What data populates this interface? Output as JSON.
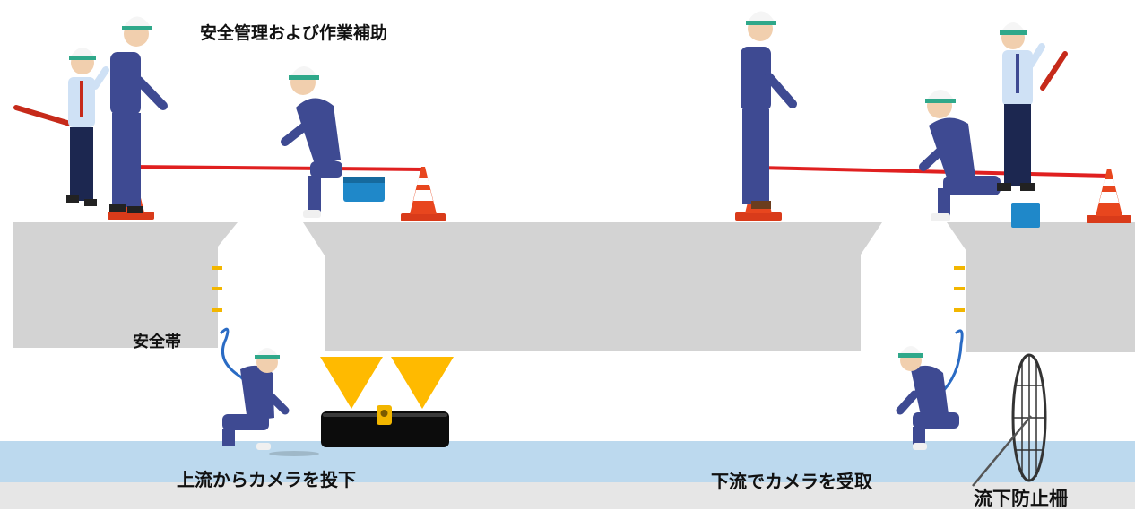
{
  "labels": {
    "safety_management": "安全管理および作業補助",
    "safety_belt": "安全帯",
    "drop_from_upstream": "上流からカメラを投下",
    "receive_downstream": "下流でカメラを受取",
    "outflow_fence": "流下防止柵"
  },
  "colors": {
    "slab": "#d3d3d3",
    "water": "#bcd9ee",
    "channel_floor": "#e6e6e6",
    "barrier_rope": "#e02020",
    "cone": "#e8461e",
    "hook": "#f2b600",
    "camera_triangle": "#ffba00",
    "camera_body": "#0c0c0c",
    "uniform": "#3e4a92",
    "helmet_band": "#2fa88a",
    "toolbox": "#1f88c9",
    "fence": "#333333"
  }
}
